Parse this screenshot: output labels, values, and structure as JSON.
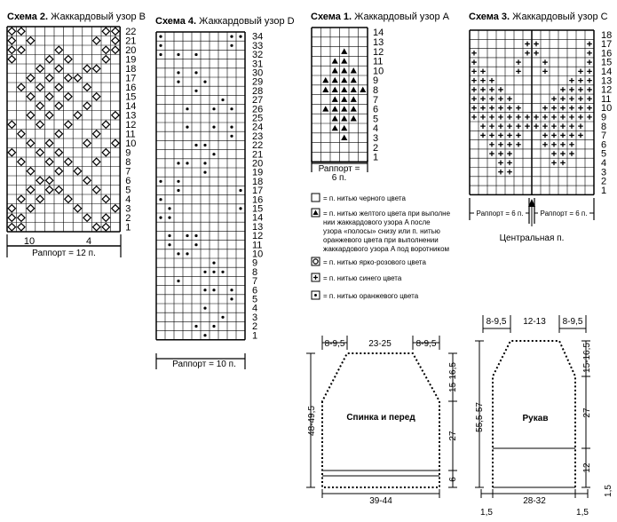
{
  "charts": {
    "b": {
      "title_bold": "Схема 2.",
      "title_rest": " Жаккардовый узор B",
      "rapport": "Раппорт = 12 п.",
      "bottom_labels": [
        "10",
        "4"
      ]
    },
    "d": {
      "title_bold": "Схема 4.",
      "title_rest": " Жаккардовый узор D",
      "rapport": "Раппорт = 10 п."
    },
    "a": {
      "title_bold": "Схема 1.",
      "title_rest": " Жаккардовый узор A",
      "rapport_line1": "Раппорт =",
      "rapport_line2": "6 п."
    },
    "c": {
      "title_bold": "Схема 3.",
      "title_rest": " Жаккардовый узор C",
      "rapport_left": "Раппорт = 6 п.",
      "rapport_right": "Раппорт = 6 п.",
      "center_label": "Центральная п."
    }
  },
  "legend": [
    {
      "symbol": "blank-square",
      "lines": [
        "= п. нитью черного цвета"
      ]
    },
    {
      "symbol": "triangle",
      "lines": [
        "= п. нитью желтого цвета при выполне",
        "нии жаккардового узора A после",
        "узора «полосы» снизу или п. нитью",
        "оранжевого цвета при выполнении",
        "жаккардового узора A под воротником"
      ]
    },
    {
      "symbol": "ring",
      "lines": [
        "= п. нитью ярко-розового цвета"
      ]
    },
    {
      "symbol": "plus",
      "lines": [
        "= п. нитью синего цвета"
      ]
    },
    {
      "symbol": "dot",
      "lines": [
        "= п. нитью оранжевого цвета"
      ]
    }
  ],
  "pattern_back": {
    "label": "Спинка и перед",
    "top_left": "8-9,5",
    "top_mid": "23-25",
    "top_right": "8-9,5",
    "left_height": "48-49,5",
    "right_top": "15-16,5",
    "right_mid": "27",
    "right_bottom": "6",
    "bottom_width": "39-44"
  },
  "pattern_sleeve": {
    "label": "Рукав",
    "top_left": "8-9,5",
    "top_mid": "12-13",
    "top_right": "8-9,5",
    "left_height": "55,5-57",
    "right_top": "15-16,5",
    "right_mid": "27",
    "right_bottom": "12",
    "right_extra": "1,5",
    "bottom_width": "28-32",
    "bottom_left": "1,5",
    "bottom_right": "1,5"
  }
}
